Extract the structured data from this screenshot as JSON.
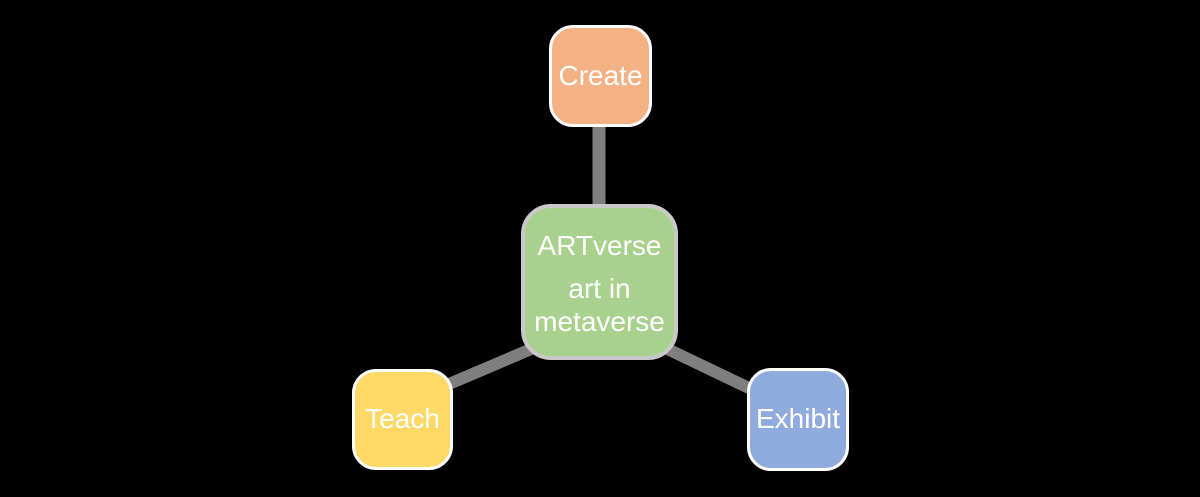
{
  "diagram": {
    "background_color": "#000000",
    "connector_color": "#7F7F7F",
    "center_node": {
      "lines": [
        "ARTverse",
        "art in metaverse"
      ],
      "fill": "#A9D18E",
      "border_color": "#C9C9C9",
      "text_color": "#FFFFFF"
    },
    "nodes": [
      {
        "id": "create",
        "label": "Create",
        "fill": "#F4B183",
        "border_color": "#FFFFFF",
        "text_color": "#FFFFFF",
        "position": "top"
      },
      {
        "id": "teach",
        "label": "Teach",
        "fill": "#FFD966",
        "border_color": "#FFFFFF",
        "text_color": "#FFFFFF",
        "position": "bottom-left"
      },
      {
        "id": "exhibit",
        "label": "Exhibit",
        "fill": "#8FAADC",
        "border_color": "#FFFFFF",
        "text_color": "#FFFFFF",
        "position": "bottom-right"
      }
    ]
  }
}
